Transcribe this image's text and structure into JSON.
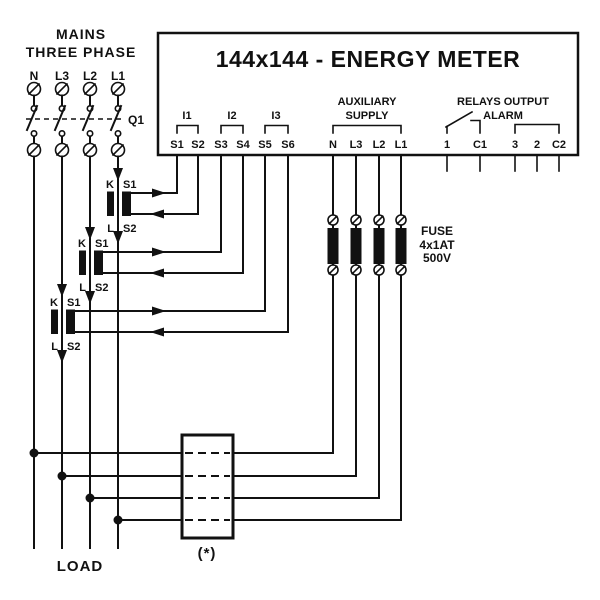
{
  "meter": {
    "title": "144x144 - ENERGY METER",
    "current_inputs": {
      "group_labels": [
        "I1",
        "I2",
        "I3"
      ],
      "terminal_labels": [
        "S1",
        "S2",
        "S3",
        "S4",
        "S5",
        "S6"
      ]
    },
    "aux_supply": {
      "heading_line1": "AUXILIARY",
      "heading_line2": "SUPPLY",
      "terminal_labels": [
        "N",
        "L3",
        "L2",
        "L1"
      ]
    },
    "relays": {
      "heading_line1": "RELAYS OUTPUT",
      "heading_line2": "ALARM",
      "terminal_labels": [
        "1",
        "C1",
        "3",
        "2",
        "C2"
      ]
    }
  },
  "mains": {
    "heading_line1": "MAINS",
    "heading_line2": "THREE PHASE",
    "terminal_labels": [
      "N",
      "L3",
      "L2",
      "L1"
    ],
    "breaker_label": "Q1"
  },
  "current_transformer": {
    "primary_in": "K",
    "primary_out": "L",
    "secondary_in": "S1",
    "secondary_out": "S2"
  },
  "fuse": {
    "name": "FUSE",
    "rating": "4x1AT",
    "voltage": "500V"
  },
  "load_label": "LOAD",
  "optional_block_label": "(*)",
  "colors": {
    "line": "#111111",
    "background": "#ffffff"
  }
}
